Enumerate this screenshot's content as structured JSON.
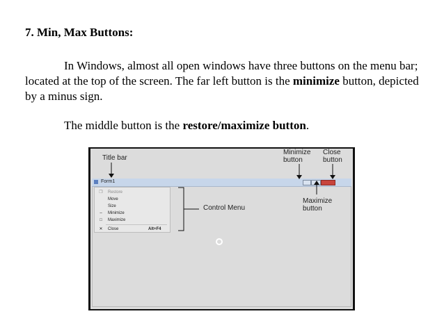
{
  "heading": "7. Min, Max Buttons:",
  "paragraph1": {
    "text": "In Windows, almost all open windows have three buttons on the menu bar; located at the top of the screen. The far left button is the ",
    "bold": "minimize",
    "text_end": " button, depicted by a minus sign."
  },
  "paragraph2": {
    "text": "The middle button is the ",
    "bold": "restore/maximize button",
    "text_end": "."
  },
  "figure": {
    "annotations": {
      "title_bar": "Title bar",
      "minimize_line1": "Minimize",
      "minimize_line2": "button",
      "close_line1": "Close",
      "close_line2": "button",
      "maximize_line1": "Maximize",
      "maximize_line2": "button",
      "control_menu": "Control Menu"
    },
    "window_title": "Form1",
    "menu_items": [
      {
        "icon": "restore-icon",
        "glyph": "❐",
        "label": "Restore",
        "shortcut": "",
        "disabled": true
      },
      {
        "icon": "",
        "glyph": "",
        "label": "Move",
        "shortcut": "",
        "disabled": false
      },
      {
        "icon": "",
        "glyph": "",
        "label": "Size",
        "shortcut": "",
        "disabled": false
      },
      {
        "icon": "minimize-icon",
        "glyph": "‒",
        "label": "Minimize",
        "shortcut": "",
        "disabled": false
      },
      {
        "icon": "maximize-icon",
        "glyph": "□",
        "label": "Maximize",
        "shortcut": "",
        "disabled": false
      },
      {
        "icon": "close-icon",
        "glyph": "✕",
        "label": "Close",
        "shortcut": "Alt+F4",
        "disabled": false
      }
    ],
    "colors": {
      "frame": "#111111",
      "title_bar": "#c7d6ea",
      "close_button": "#c8443c",
      "window_body": "#dcdcdc"
    }
  }
}
